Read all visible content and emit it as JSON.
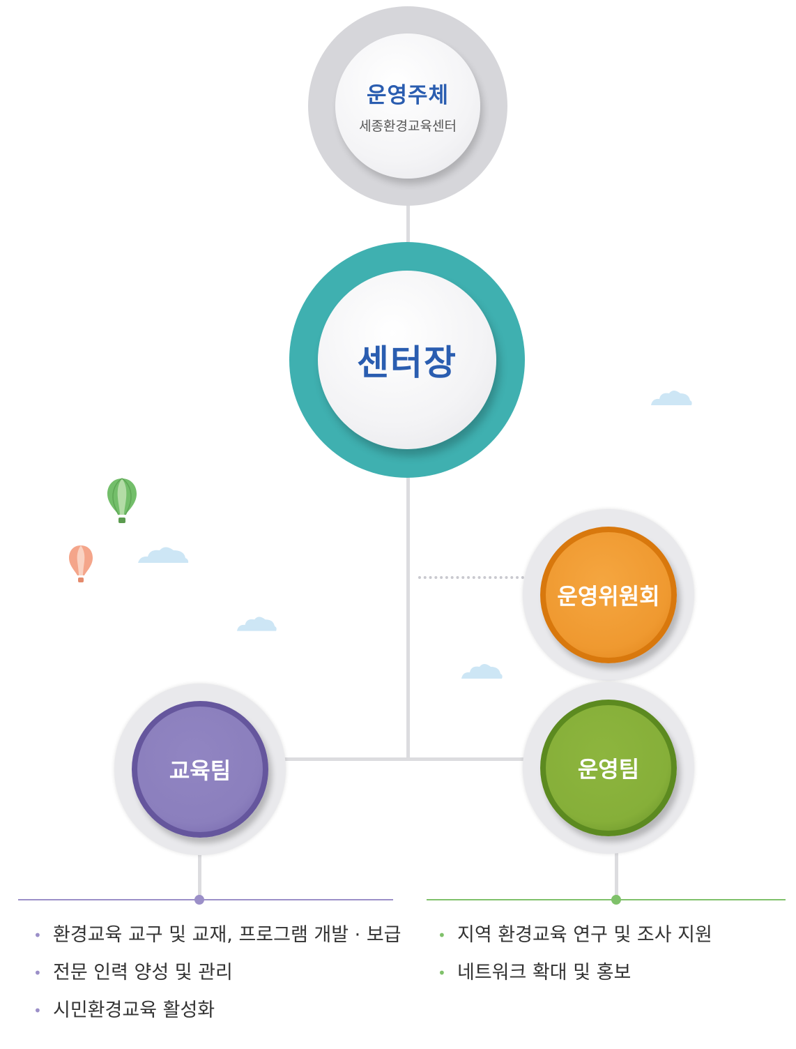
{
  "nodes": {
    "operator": {
      "title": "운영주체",
      "subtitle": "세종환경교육센터"
    },
    "director": {
      "title": "센터장"
    },
    "committee": {
      "title": "운영위원회"
    },
    "education_team": {
      "title": "교육팀"
    },
    "operations_team": {
      "title": "운영팀"
    }
  },
  "education_team_duties": [
    "환경교육 교구 및 교재, 프로그램 개발 · 보급",
    "전문 인력 양성 및 관리",
    "시민환경교육 활성화"
  ],
  "operations_team_duties": [
    "지역 환경교육 연구 및 조사 지원",
    "네트워크 확대 및 홍보"
  ],
  "colors": {
    "director_ring": "#3fb0b0",
    "committee": "#ef9930",
    "education_team": "#8b7fbd",
    "operations_team": "#86af39",
    "title_text": "#2a5db0"
  }
}
